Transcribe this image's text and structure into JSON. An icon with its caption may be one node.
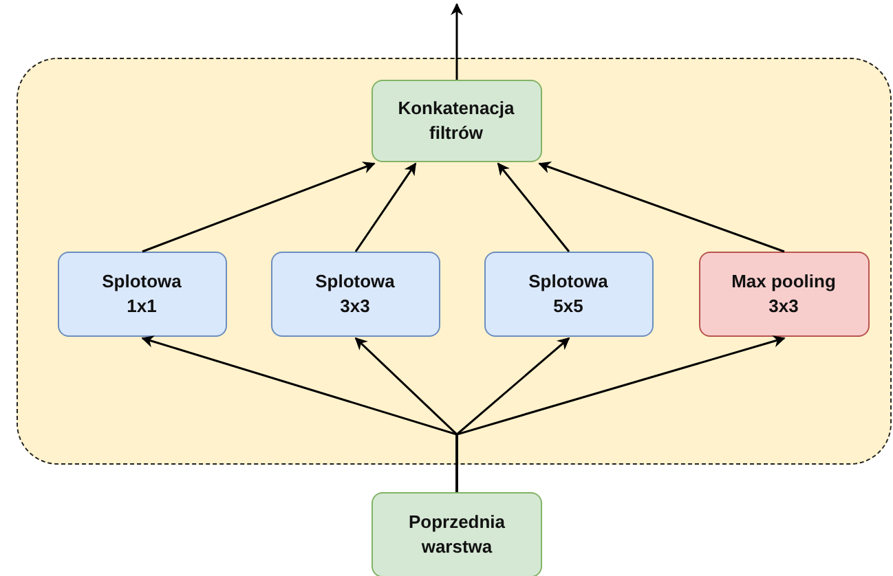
{
  "diagram": {
    "nodes": [
      {
        "text": [],
        "shape": "box"
      },
      {
        "text": [
          "Konkatenacja filtrów"
        ],
        "in": 0
      },
      {
        "text": [
          "Splotowa 1x1"
        ],
        "in": 0
      },
      {
        "text": [
          "Splotowa 3x3"
        ],
        "in": 0
      },
      {
        "text": [
          "Splotowa 5x5"
        ],
        "in": 0
      },
      {
        "text": [
          "Max pooling 3x3"
        ],
        "in": 0
      },
      {
        "text": [
          "Poprzednia warstwa"
        ]
      }
    ],
    "edges": [
      {
        "from": 2,
        "to": 1,
        "arrow": "to"
      },
      {
        "from": 3,
        "to": 1,
        "arrow": "to"
      },
      {
        "from": 4,
        "to": 1,
        "arrow": "to"
      },
      {
        "from": 5,
        "to": 1,
        "arrow": "to"
      },
      {
        "from": 1,
        "to": null,
        "arrow": "to"
      },
      {
        "from": 6,
        "to": 2,
        "arrow": "to"
      },
      {
        "from": 6,
        "to": 3,
        "arrow": "to"
      },
      {
        "from": 6,
        "to": 4,
        "arrow": "to"
      },
      {
        "from": 6,
        "to": 5,
        "arrow": "to"
      }
    ]
  }
}
